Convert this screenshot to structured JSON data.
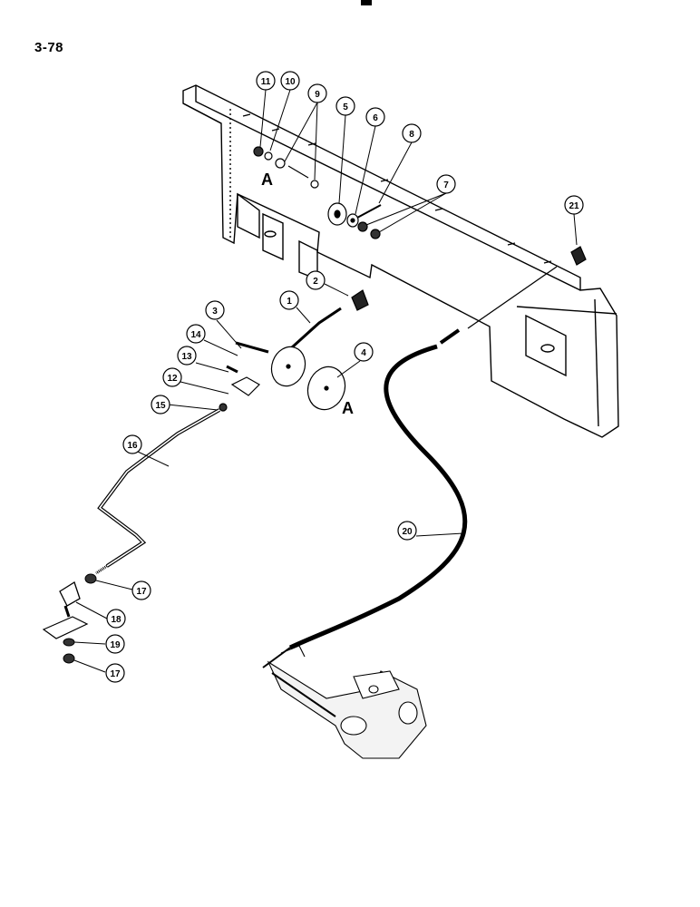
{
  "page_number": "3-78",
  "detail_marker": "A",
  "callouts": [
    {
      "label": "11"
    },
    {
      "label": "10"
    },
    {
      "label": "9"
    },
    {
      "label": "5"
    },
    {
      "label": "6"
    },
    {
      "label": "8"
    },
    {
      "label": "7"
    },
    {
      "label": "21"
    },
    {
      "label": "2"
    },
    {
      "label": "1"
    },
    {
      "label": "3"
    },
    {
      "label": "14"
    },
    {
      "label": "4"
    },
    {
      "label": "13"
    },
    {
      "label": "12"
    },
    {
      "label": "15"
    },
    {
      "label": "16"
    },
    {
      "label": "20"
    },
    {
      "label": "17"
    },
    {
      "label": "18"
    },
    {
      "label": "19"
    },
    {
      "label": "17"
    }
  ]
}
